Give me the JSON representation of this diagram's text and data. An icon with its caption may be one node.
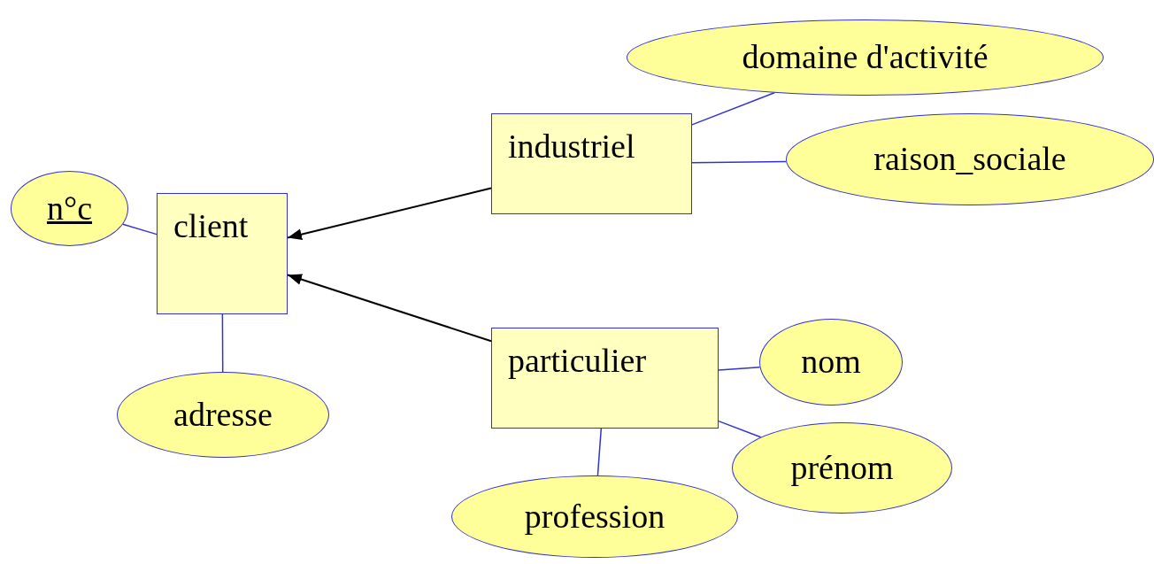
{
  "diagram": {
    "nodes": [
      {
        "text": [
          "client"
        ]
      },
      {
        "text": [
          "n°c"
        ]
      },
      {
        "text": [
          "adresse"
        ]
      },
      {
        "text": [
          "industriel"
        ]
      },
      {
        "text": [
          "domaine d'activité"
        ]
      },
      {
        "text": [
          "raison_sociale"
        ]
      },
      {
        "text": [
          "particulier"
        ]
      },
      {
        "text": [
          "nom"
        ]
      },
      {
        "text": [
          "prénom"
        ]
      },
      {
        "text": [
          "profession"
        ]
      }
    ],
    "edges": [
      {
        "from": 0,
        "to": 1,
        "arrow": "none"
      },
      {
        "from": 0,
        "to": 2,
        "arrow": "none"
      },
      {
        "from": 3,
        "to": 0,
        "arrow": "to",
        "color": "#000000"
      },
      {
        "from": 6,
        "to": 0,
        "arrow": "to",
        "color": "#000000"
      },
      {
        "from": 3,
        "to": 4,
        "arrow": "none"
      },
      {
        "from": 3,
        "to": 5,
        "arrow": "none"
      },
      {
        "from": 6,
        "to": 7,
        "arrow": "none"
      },
      {
        "from": 6,
        "to": 8,
        "arrow": "none"
      },
      {
        "from": 6,
        "to": 9,
        "arrow": "none"
      }
    ]
  }
}
